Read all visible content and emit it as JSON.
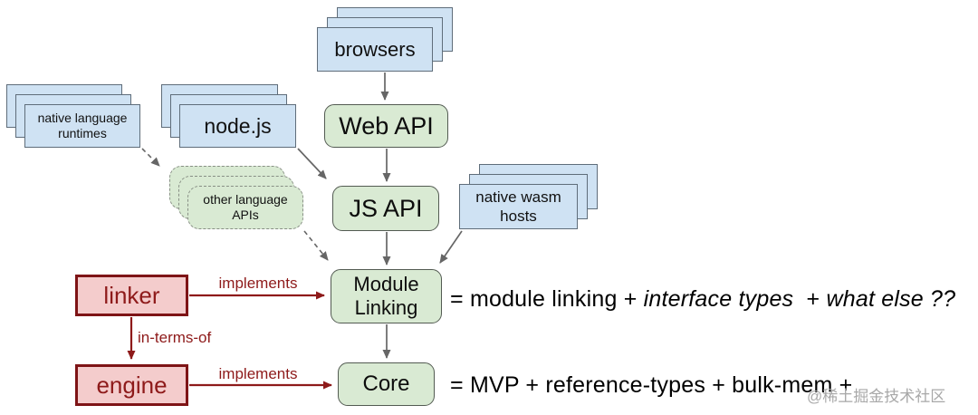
{
  "colors": {
    "blue-fill": "#cfe2f3",
    "blue-border": "#5f6d7a",
    "green-fill": "#d9ead3",
    "green-border": "#535b52",
    "dashed-border": "#888f85",
    "red-fill": "#f4cccc",
    "red-border": "#7e1416",
    "red-text": "#8e1a1a",
    "arrow-gray": "#666666",
    "watermark-gray": "#a8a8a8"
  },
  "nodes": {
    "browsers": {
      "label": "browsers"
    },
    "native_runtimes": {
      "line1": "native language",
      "line2": "runtimes"
    },
    "nodejs": {
      "label": "node.js"
    },
    "other_apis": {
      "line1": "other language",
      "line2": "APIs"
    },
    "native_hosts": {
      "line1": "native wasm",
      "line2": "hosts"
    },
    "web_api": {
      "label": "Web API"
    },
    "js_api": {
      "label": "JS API"
    },
    "module_linking": {
      "line1": "Module",
      "line2": "Linking"
    },
    "core": {
      "label": "Core"
    },
    "linker": {
      "label": "linker"
    },
    "engine": {
      "label": "engine"
    }
  },
  "edge_labels": {
    "implements_linker": "implements",
    "in_terms_of": "in-terms-of",
    "implements_engine": "implements"
  },
  "equations": {
    "module_linking": {
      "part1": "= module linking + ",
      "italic1": "interface types",
      "part2": "  + ",
      "italic2": "what else ??"
    },
    "core": "= MVP + reference-types + bulk-mem +"
  },
  "watermark": "@稀土掘金技术社区"
}
